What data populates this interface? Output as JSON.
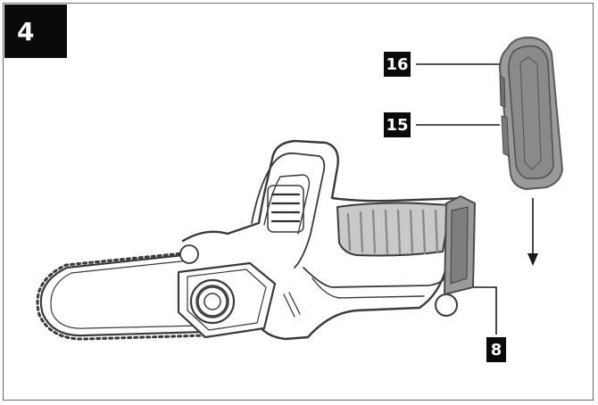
{
  "figure": {
    "number": "4"
  },
  "callouts": {
    "battery_top": "16",
    "battery_side": "15",
    "battery_mount": "8"
  },
  "colors": {
    "ink": "#0a0a0a",
    "line": "#6a6a6a",
    "battery_fill": "#9a9a9a",
    "battery_dark": "#6f6f6f",
    "grip_fill": "#c9c9c9"
  }
}
